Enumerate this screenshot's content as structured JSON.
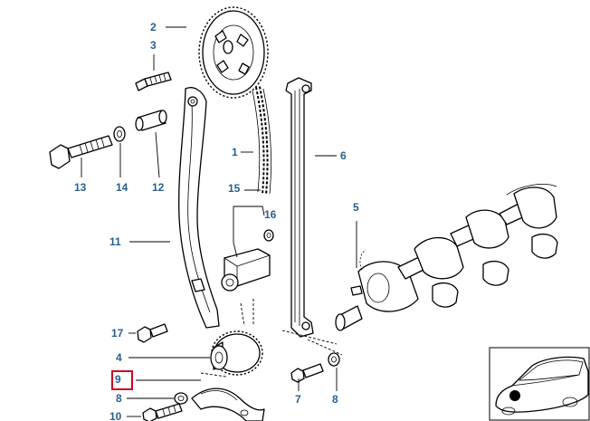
{
  "colors": {
    "callout": "#2a5f91",
    "highlight": "#d0021b",
    "line": "#000000"
  },
  "highlighted_callout": "9",
  "callouts": [
    {
      "id": "c2",
      "label": "2"
    },
    {
      "id": "c3",
      "label": "3"
    },
    {
      "id": "c1",
      "label": "1"
    },
    {
      "id": "c6",
      "label": "6"
    },
    {
      "id": "c13",
      "label": "13"
    },
    {
      "id": "c14",
      "label": "14"
    },
    {
      "id": "c12",
      "label": "12"
    },
    {
      "id": "c15",
      "label": "15"
    },
    {
      "id": "c16",
      "label": "16"
    },
    {
      "id": "c5",
      "label": "5"
    },
    {
      "id": "c11",
      "label": "11"
    },
    {
      "id": "c17",
      "label": "17"
    },
    {
      "id": "c4",
      "label": "4"
    },
    {
      "id": "c9",
      "label": "9"
    },
    {
      "id": "c8a",
      "label": "8"
    },
    {
      "id": "c10",
      "label": "10"
    },
    {
      "id": "c7",
      "label": "7"
    },
    {
      "id": "c8b",
      "label": "8"
    }
  ]
}
